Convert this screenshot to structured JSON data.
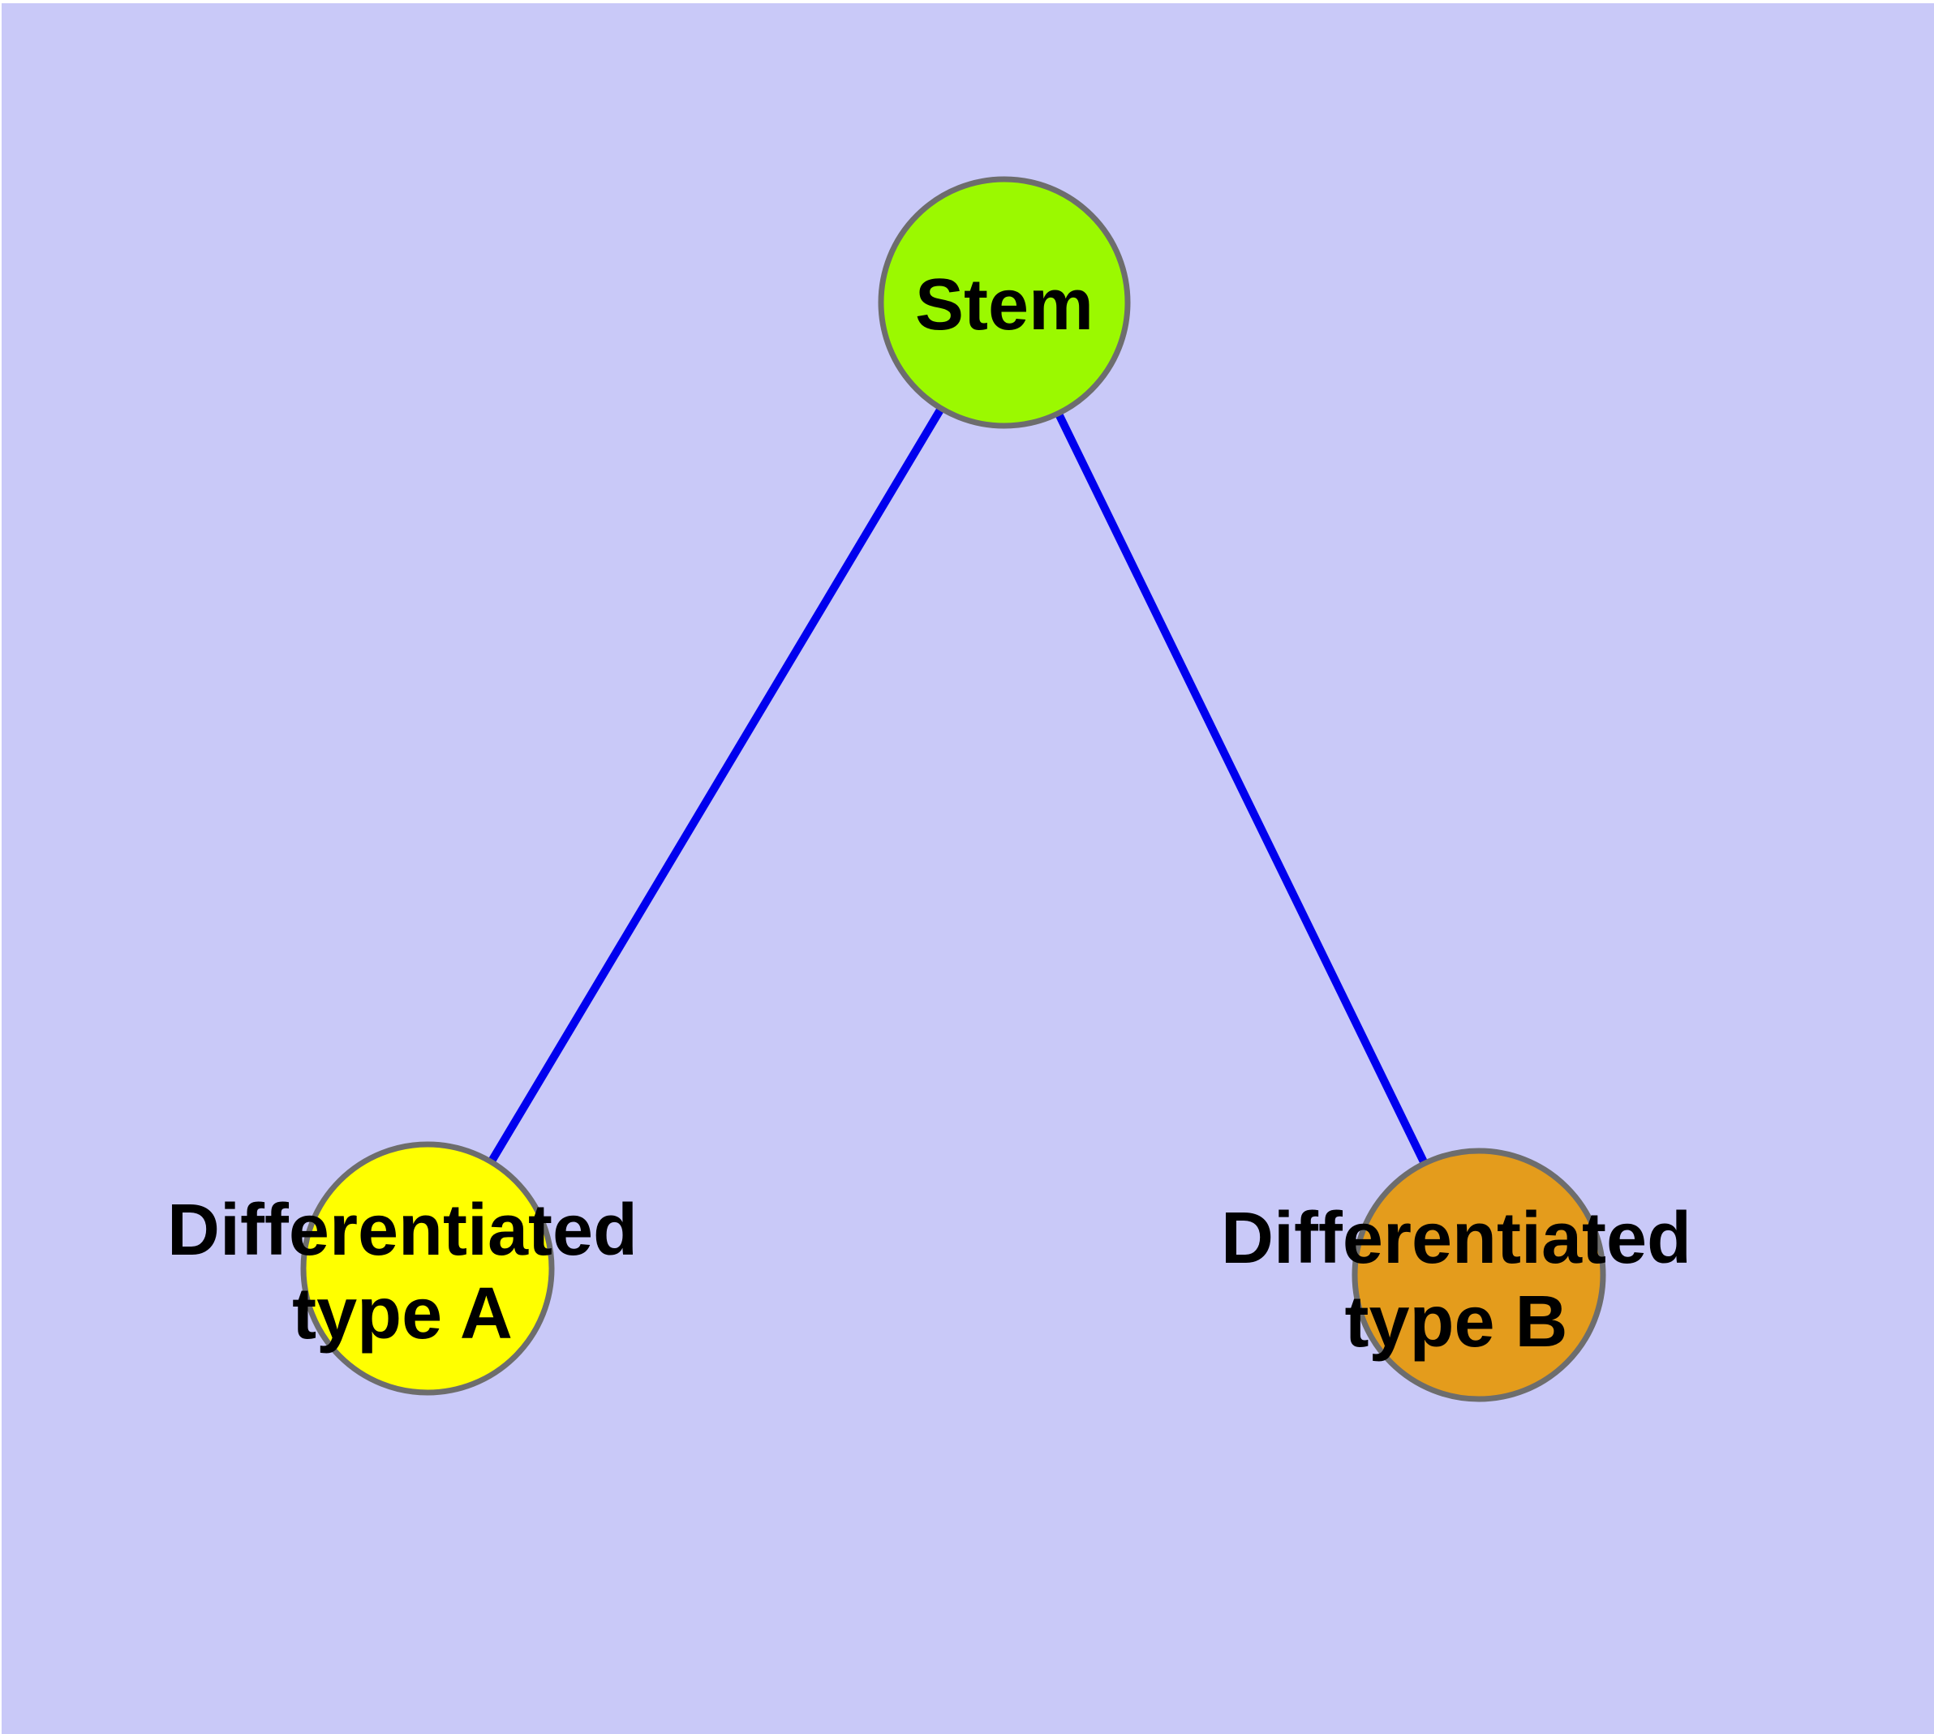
{
  "canvas": {
    "background_color": "#c9c9f8",
    "outer_margin_color": "#ffffff"
  },
  "graph": {
    "text_color": "#000000",
    "node_border_color": "#6d6d6d",
    "nodes": [
      {
        "id": "stem",
        "label": "Stem",
        "fill": "#9bf900"
      },
      {
        "id": "type-a",
        "label_line1": "Differentiated",
        "label_line2": "type A",
        "fill": "#ffff00"
      },
      {
        "id": "type-b",
        "label_line1": "Differentiated",
        "label_line2": "type B",
        "fill": "#e49c1c"
      }
    ],
    "edges": [
      {
        "from": "Stem",
        "to": "Differentiated type A",
        "color": "#0000ee"
      },
      {
        "from": "Stem",
        "to": "Differentiated type B",
        "color": "#0000ee"
      }
    ]
  }
}
